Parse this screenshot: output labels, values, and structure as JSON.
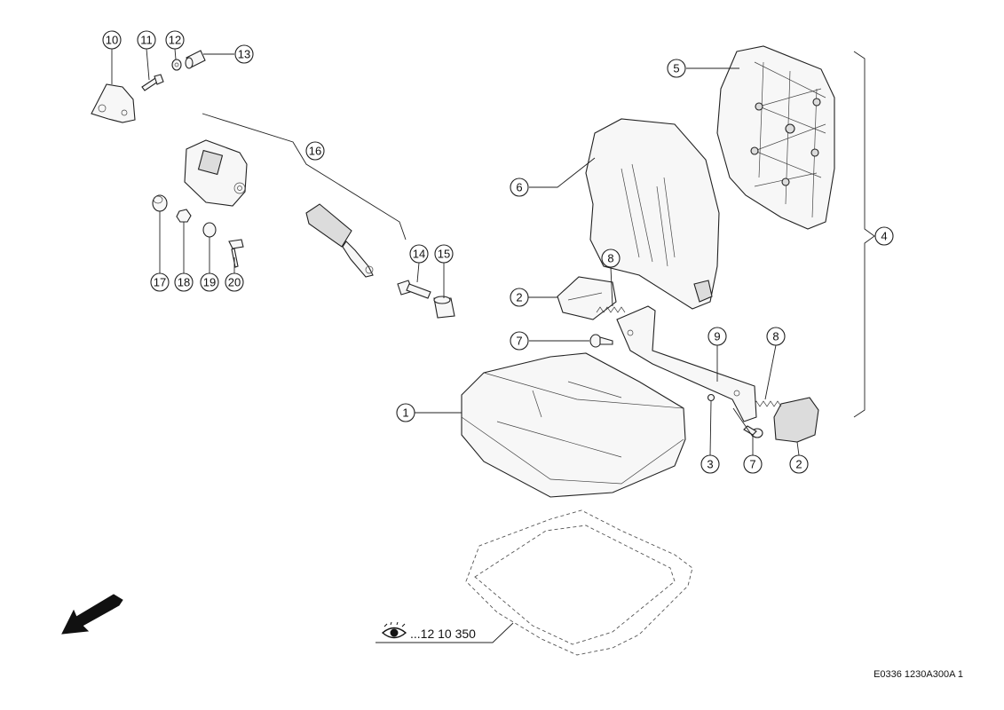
{
  "callouts": {
    "c1": "1",
    "c2a": "2",
    "c2b": "2",
    "c3": "3",
    "c4": "4",
    "c5": "5",
    "c6": "6",
    "c7a": "7",
    "c7b": "7",
    "c8a": "8",
    "c8b": "8",
    "c9": "9",
    "c10": "10",
    "c11": "11",
    "c12": "12",
    "c13": "13",
    "c14": "14",
    "c15": "15",
    "c16": "16",
    "c17": "17",
    "c18": "18",
    "c19": "19",
    "c20": "20"
  },
  "reference": {
    "text": "...12 10 350",
    "icon": "eye-icon"
  },
  "document_code": "E0336 1230A300A 1",
  "direction_arrow": "arrow-icon"
}
